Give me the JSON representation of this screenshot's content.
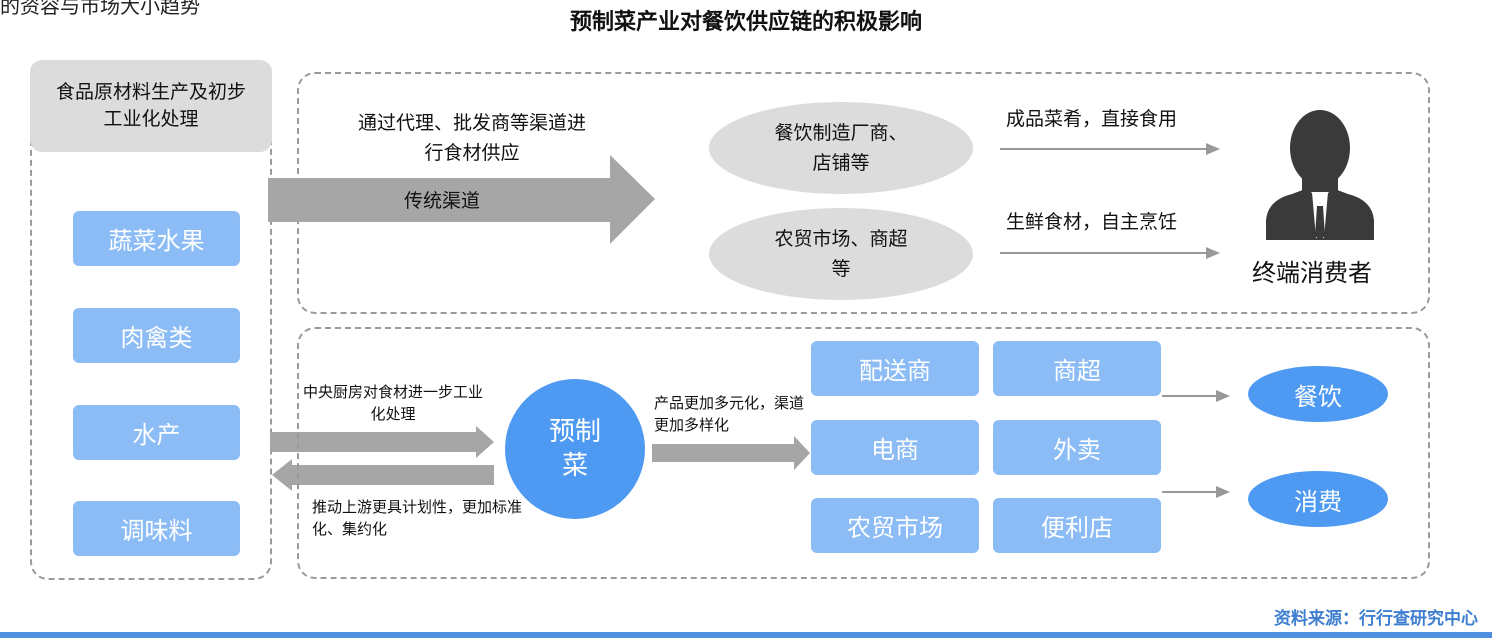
{
  "page": {
    "top_cut_text": "的资容与市场大小趋势",
    "title": "预制菜产业对餐饮供应链的积极影响",
    "source": "资料来源：行行查研究中心"
  },
  "left_panel": {
    "header": "食品原材料生产及初步工业化处理",
    "categories": [
      "蔬菜水果",
      "肉禽类",
      "水产",
      "调味料"
    ]
  },
  "traditional": {
    "supply_text": "通过代理、批发商等渠道进行食材供应",
    "arrow_label": "传统渠道",
    "ovals": [
      "餐饮制造厂商、店铺等",
      "农贸市场、商超等"
    ],
    "outputs": [
      "成品菜肴，直接食用",
      "生鲜食材，自主烹饪"
    ],
    "consumer_label": "终端消费者"
  },
  "prefab": {
    "upstream_text": "中央厨房对食材进一步工业化处理",
    "feedback_text": "推动上游更具计划性，更加标准化、集约化",
    "center_label": "预制菜",
    "diversify_text": "产品更加多元化，渠道更加多样化",
    "channels": [
      "配送商",
      "商超",
      "电商",
      "外卖",
      "农贸市场",
      "便利店"
    ],
    "ends": [
      "餐饮",
      "消费"
    ]
  },
  "colors": {
    "light_blue": "#8cbcf5",
    "blue": "#4e9af2",
    "grey_fill": "#dcdcdc",
    "arrow_grey": "#a6a6a6",
    "source_blue": "#3f7fd0"
  }
}
